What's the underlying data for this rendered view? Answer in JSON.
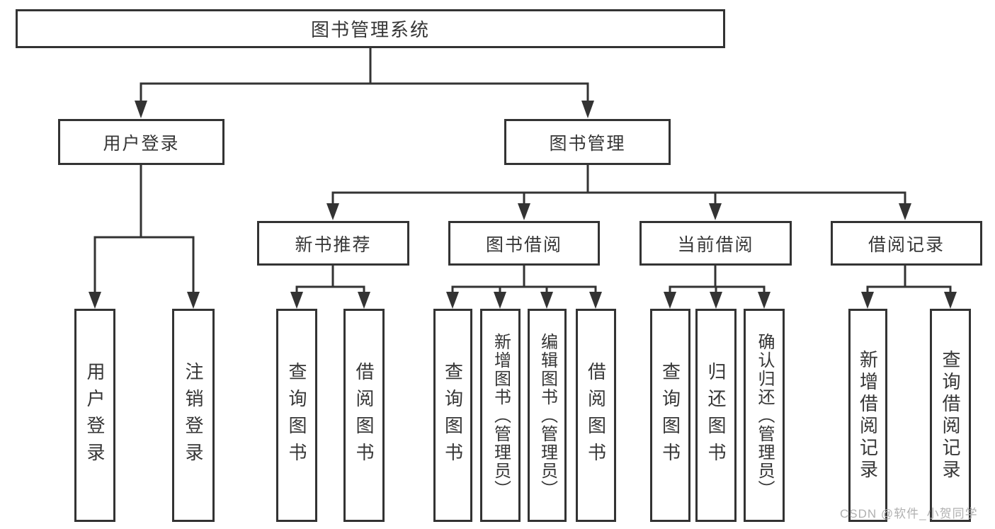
{
  "tree": {
    "root": {
      "label": "图书管理系统",
      "children": [
        {
          "label": "用户登录",
          "children": [
            {
              "label": "用户登录"
            },
            {
              "label": "注销登录"
            }
          ]
        },
        {
          "label": "图书管理",
          "children": [
            {
              "label": "新书推荐",
              "children": [
                {
                  "label": "查询图书"
                },
                {
                  "label": "借阅图书"
                }
              ]
            },
            {
              "label": "图书借阅",
              "children": [
                {
                  "label": "查询图书"
                },
                {
                  "label": "新增图书（管理员）"
                },
                {
                  "label": "编辑图书（管理员）"
                },
                {
                  "label": "借阅图书"
                }
              ]
            },
            {
              "label": "当前借阅",
              "children": [
                {
                  "label": "查询图书"
                },
                {
                  "label": "归还图书"
                },
                {
                  "label": "确认归还（管理员）"
                }
              ]
            },
            {
              "label": "借阅记录",
              "children": [
                {
                  "label": "新增借阅记录"
                },
                {
                  "label": "查询借阅记录"
                }
              ]
            }
          ]
        }
      ]
    }
  },
  "watermark": "CSDN @软件_小贺同学",
  "colors": {
    "line": "#333333",
    "text": "#363636",
    "background": "#ffffff",
    "watermark": "#b0b0b0"
  }
}
